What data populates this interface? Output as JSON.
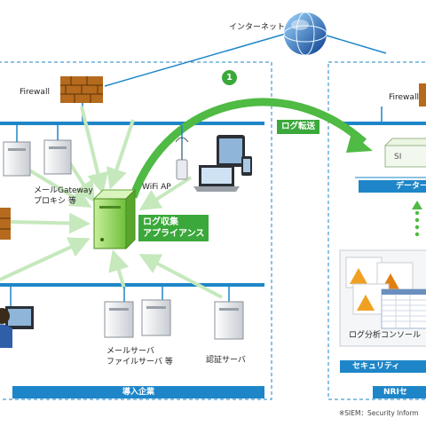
{
  "internet_label": "インターネット",
  "left": {
    "firewall_label": "Firewall",
    "mail_gateway_label": "メールGateway",
    "proxy_label": "プロキシ 等",
    "wifi_label": "WiFi AP",
    "appliance_label_line1": "ログ収集",
    "appliance_label_line2": "アプライアンス",
    "mail_server_label": "メールサーバ",
    "file_server_label": "ファイルサーバ 等",
    "auth_server_label": "認証サーバ",
    "footer_label": "導入企業"
  },
  "transfer": {
    "step_number": "1",
    "label": "ログ転送"
  },
  "right": {
    "firewall_label": "Firewall",
    "siem_label": "SI",
    "data_bar_label": "データー",
    "console_label": "ログ分析コンソール",
    "security_bar_label": "セキュリティ",
    "footer_label": "NRIセ"
  },
  "footnote": "※SIEM：Security Inform",
  "colors": {
    "accent_blue": "#1e86c8",
    "accent_green": "#3aa83a",
    "arrow_green": "#b9e3b0"
  }
}
